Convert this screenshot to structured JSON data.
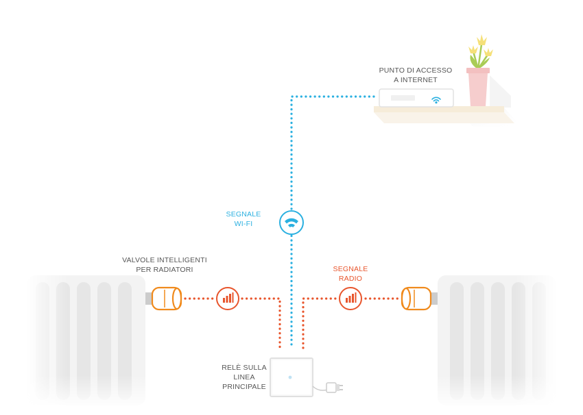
{
  "labels": {
    "access_point_line1": "PUNTO DI ACCESSO",
    "access_point_line2": "A INTERNET",
    "wifi_line1": "SEGNALE",
    "wifi_line2": "WI-FI",
    "valves_line1": "VALVOLE  INTELLIGENTI",
    "valves_line2": "PER RADIATORI",
    "radio_line1": "SEGNALE",
    "radio_line2": "RADIO",
    "relay_line1": "RELÈ SULLA",
    "relay_line2": "LINEA",
    "relay_line3": "PRINCIPALE"
  },
  "icons": {
    "wifi": "wifi-icon",
    "radio": "radio-signal-icon",
    "valve": "radiator-valve-icon",
    "relay": "relay-box-icon",
    "plug": "power-plug-icon",
    "router": "router-icon",
    "flower": "flower-pot-icon",
    "radiator": "radiator-icon"
  },
  "colors": {
    "wifi": "#2bb0e0",
    "radio": "#e8552c",
    "valve": "#f08a1c",
    "label": "#555555",
    "radiator": "#f2f2f2",
    "shelf": "#f6ecd9",
    "pot": "#f6cdcd",
    "flower": "#f5e07a",
    "leaf": "#a9cc55"
  }
}
